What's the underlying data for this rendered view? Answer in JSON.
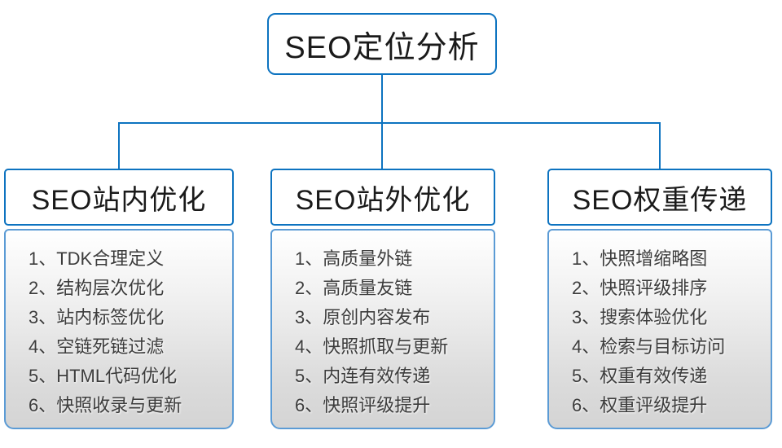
{
  "diagram": {
    "root": {
      "title": "SEO定位分析"
    },
    "columns": [
      {
        "title": "SEO站内优化",
        "items": [
          "1、TDK合理定义",
          "2、结构层次优化",
          "3、站内标签优化",
          "4、空链死链过滤",
          "5、HTML代码优化",
          "6、快照收录与更新"
        ]
      },
      {
        "title": "SEO站外优化",
        "items": [
          "1、高质量外链",
          "2、高质量友链",
          "3、原创内容发布",
          "4、快照抓取与更新",
          "5、内连有效传递",
          "6、快照评级提升"
        ]
      },
      {
        "title": "SEO权重传递",
        "items": [
          "1、快照增缩略图",
          "2、快照评级排序",
          "3、搜索体验优化",
          "4、检索与目标访问",
          "5、权重有效传递",
          "6、权重评级提升"
        ]
      }
    ]
  },
  "colors": {
    "background": "#ffffff",
    "connector": "#0d73c0",
    "header_border": "#0d73c0",
    "list_border": "#5b9bd5",
    "title_text": "#1a1a1a",
    "item_text": "#3c3c3c",
    "list_bg_top": "#ffffff",
    "list_bg_bottom": "#d4d4d4"
  }
}
